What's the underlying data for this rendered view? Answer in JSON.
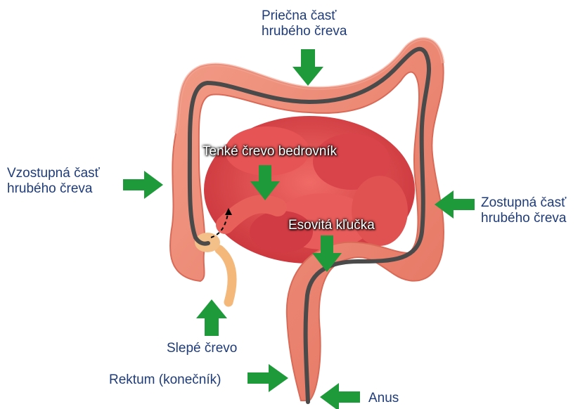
{
  "labels": {
    "transverse": "Priečna časť\nhrubého čreva",
    "ascending": "Vzostupná časť\nhrubého čreva",
    "descending": "Zostupná časť\nhrubého čreva",
    "ileum": "Tenké črevo bedrovník",
    "sigmoid": "Esovitá kľučka",
    "cecum": "Slepé črevo",
    "rectum": "Rektum (konečník)",
    "anus": "Anus"
  },
  "colors": {
    "colon": "#ec8a78",
    "colon_dark": "#d9604f",
    "small_intestine": "#e0484a",
    "endoscope": "#4a4a4a",
    "appendix": "#f4b87a",
    "arrow": "#1e9a3a",
    "label_text": "#1f3b78"
  }
}
